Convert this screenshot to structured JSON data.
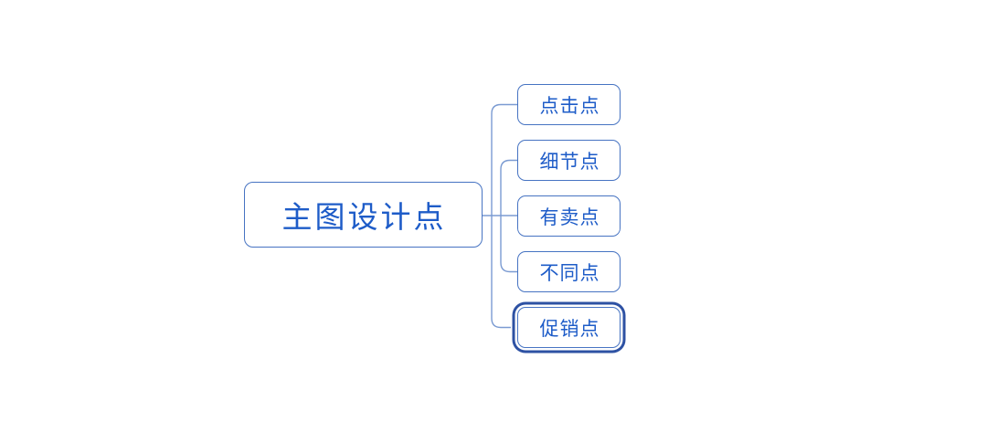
{
  "diagram": {
    "type": "mindmap",
    "root": {
      "label": "主图设计点"
    },
    "children": [
      {
        "label": "点击点",
        "selected": false
      },
      {
        "label": "细节点",
        "selected": false
      },
      {
        "label": "有卖点",
        "selected": false
      },
      {
        "label": "不同点",
        "selected": false
      },
      {
        "label": "促销点",
        "selected": true
      }
    ],
    "colors": {
      "background": "#ffffff",
      "node_border": "#4673c2",
      "node_text": "#1e5cc8",
      "connector": "#7b9bd2",
      "selection_ring": "#2d51a3"
    }
  }
}
